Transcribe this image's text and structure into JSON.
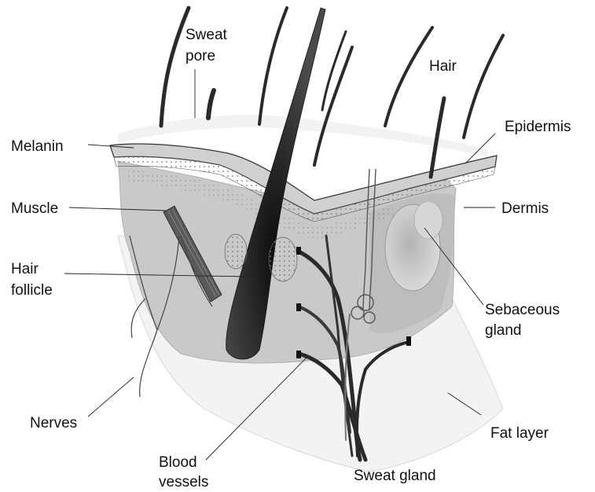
{
  "diagram": {
    "labels": {
      "sweat_pore": [
        "Sweat",
        "pore"
      ],
      "hair": "Hair",
      "epidermis": "Epidermis",
      "melanin": "Melanin",
      "muscle": "Muscle",
      "dermis": "Dermis",
      "hair_follicle": [
        "Hair",
        "follicle"
      ],
      "sebaceous_gland": [
        "Sebaceous",
        "gland"
      ],
      "nerves": "Nerves",
      "fat_layer": "Fat layer",
      "blood_vessels": [
        "Blood",
        "vessels"
      ],
      "sweat_gland": "Sweat gland"
    },
    "colors": {
      "ink": "#111111",
      "epidermis_fill": "#d4d4d4",
      "dermis_fill": "#c4c4c4",
      "fat_fill": "#f6f6f6",
      "hair": "#2a2a2a"
    }
  }
}
